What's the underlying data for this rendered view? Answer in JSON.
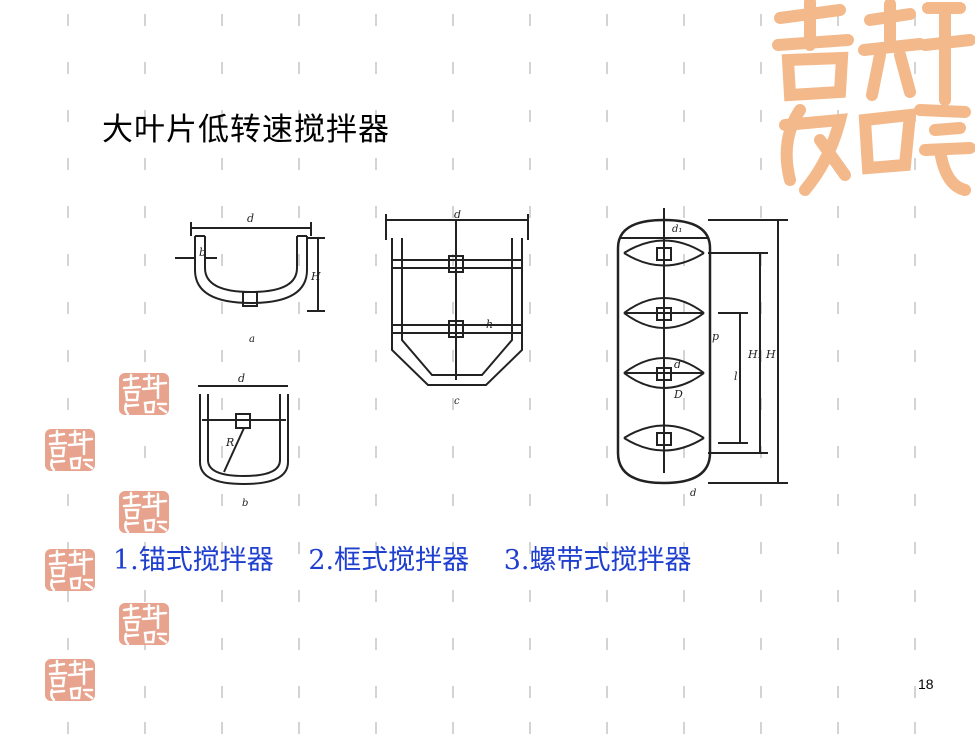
{
  "slide": {
    "title": "大叶片低转速搅拌器",
    "captions": [
      "1.锚式搅拌器",
      "2.框式搅拌器",
      "3.螺带式搅拌器"
    ],
    "page_number": "18"
  },
  "figures": {
    "a": {
      "label": "a",
      "dim_top": "d",
      "dim_left": "b",
      "dim_right": "H"
    },
    "b": {
      "label": "b",
      "dim_top": "d",
      "dim_radius": "R"
    },
    "c": {
      "label": "c",
      "dim_top": "d",
      "dim_right": "h"
    },
    "d": {
      "label": "d",
      "dim_top": "d₁",
      "dim_inner": "d",
      "dim_inner2": "D",
      "dim_p": "p",
      "dim_h1": "H₁",
      "dim_h": "H",
      "dim_l": "l"
    }
  },
  "colors": {
    "accent": "#1f3fcf",
    "logo": "#f3b98a",
    "seal": "#d9583a",
    "grid": "#d4d4d4"
  },
  "decor": {
    "logo_icon": "auspicious-calligraphy-logo",
    "seal_icon": "red-seal-stamp"
  }
}
